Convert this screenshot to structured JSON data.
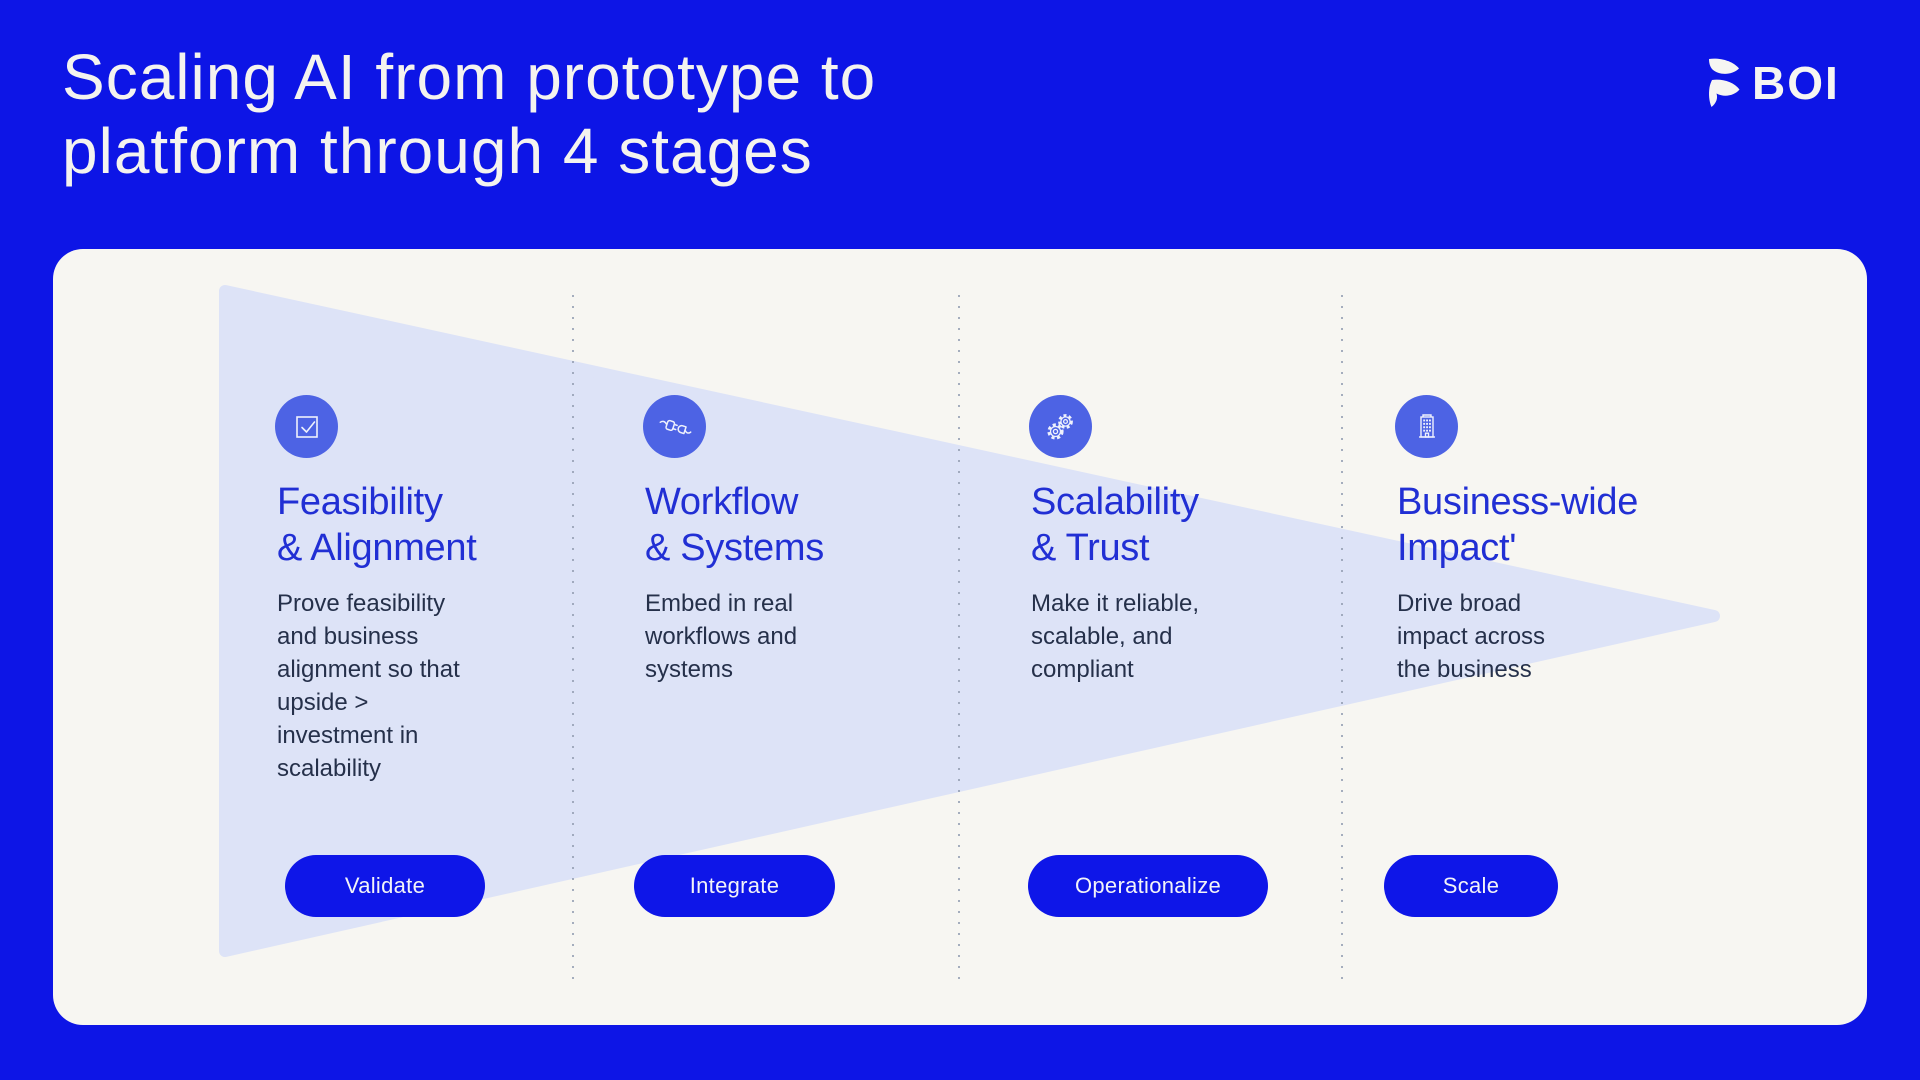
{
  "header": {
    "title": "Scaling AI from prototype to\nplatform through 4 stages",
    "logo_text": "BOI",
    "logo_mark_icon": "boi-mark-icon"
  },
  "columns": [
    {
      "icon": "checkbox-icon",
      "title": "Feasibility\n& Alignment",
      "description": "Prove feasibility\nand business\nalignment so that\nupside >\ninvestment in\nscalability",
      "pill": "Validate"
    },
    {
      "icon": "plug-connection-icon",
      "title": "Workflow\n& Systems",
      "description": "Embed in real\nworkflows and\nsystems",
      "pill": "Integrate"
    },
    {
      "icon": "gears-icon",
      "title": "Scalability\n& Trust",
      "description": "Make it reliable,\nscalable, and\ncompliant",
      "pill": "Operationalize"
    },
    {
      "icon": "building-icon",
      "title": "Business-wide\nImpact'",
      "description": "Drive broad\nimpact across\nthe business",
      "pill": "Scale"
    }
  ],
  "colors": {
    "background": "#0d15e6",
    "card": "#f7f6f2",
    "funnel": "#dde3f7",
    "icon_circle": "#4d63e4",
    "heading": "#212fd4",
    "body_text": "#25304a",
    "pill_bg": "#0e16e8",
    "pill_text": "#f2f3f8",
    "title_text": "#f4f3ef",
    "divider": "#96a0b4",
    "logo": "#f6f5f2"
  }
}
